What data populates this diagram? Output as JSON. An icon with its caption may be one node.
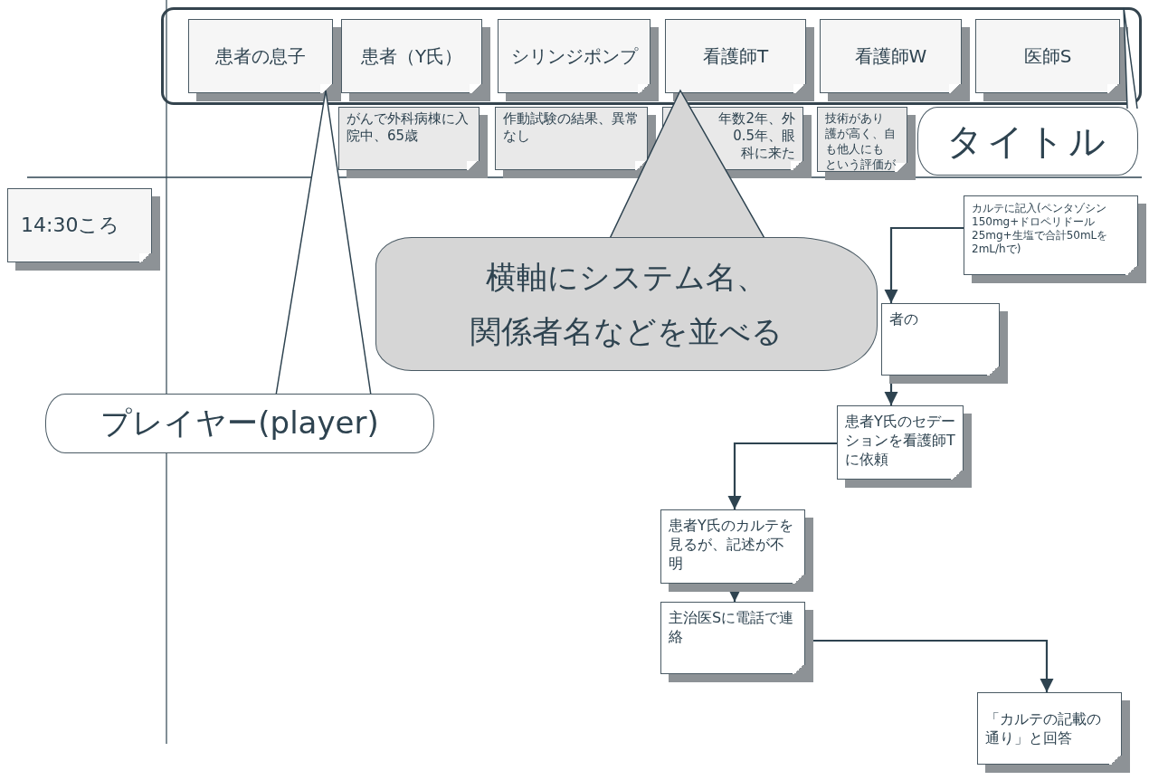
{
  "diagram": {
    "nodes": [
      {
        "text": [],
        "shape": "box"
      },
      {
        "text": [
          "患者の息子"
        ],
        "in": 0
      },
      {
        "text": [
          "患者（Y氏）"
        ],
        "in": 0
      },
      {
        "text": [
          "シリンジポンプ"
        ],
        "in": 0
      },
      {
        "text": [
          "看護師T"
        ],
        "in": 0
      },
      {
        "text": [
          "看護師W"
        ],
        "in": 0
      },
      {
        "text": [
          "医師S"
        ],
        "in": 0
      },
      {
        "text": [
          "がんで外科病棟に入院中、65歳"
        ]
      },
      {
        "text": [
          "作動試験の結果、異常なし"
        ]
      },
      {
        "text": [
          "年数2年、外",
          "0.5年、眼",
          "科に来た"
        ]
      },
      {
        "text": [
          "技術があり",
          "護が高く、自",
          "も他人にも",
          "という評価が"
        ]
      },
      {
        "text": [
          "14:30ころ"
        ]
      },
      {
        "text": [
          "カルテに記入(ペンタゾシン150mg+ドロペリドール25mg+生塩で合計50mLを2mL/hで)"
        ]
      },
      {
        "text": [
          "者の"
        ]
      },
      {
        "text": [
          "患者Y氏のセデーションを看護師Tに依頼"
        ]
      },
      {
        "text": [
          "患者Y氏のカルテを見るが、記述が不明"
        ]
      },
      {
        "text": [
          "主治医Sに電話で連絡"
        ]
      },
      {
        "text": [
          "「カルテの記載の通り」と回答"
        ]
      },
      {
        "text": [
          "横軸にシステム名、関係者名などを並べる"
        ]
      },
      {
        "text": [
          "プレイヤー(player)"
        ]
      },
      {
        "text": [
          "タイトル"
        ]
      }
    ],
    "edges": [
      {
        "from": 12,
        "to": 13,
        "arrow": "to"
      },
      {
        "from": 13,
        "to": 14,
        "arrow": "to"
      },
      {
        "from": 14,
        "to": 15,
        "arrow": "to"
      },
      {
        "from": 15,
        "to": 16,
        "arrow": "to"
      },
      {
        "from": 16,
        "to": 17,
        "arrow": "to"
      },
      {
        "from": 19,
        "to": 1,
        "arrow": "to"
      },
      {
        "from": 18,
        "to": 4,
        "arrow": "to"
      },
      {
        "from": 20,
        "to": 0,
        "arrow": "to"
      }
    ]
  }
}
